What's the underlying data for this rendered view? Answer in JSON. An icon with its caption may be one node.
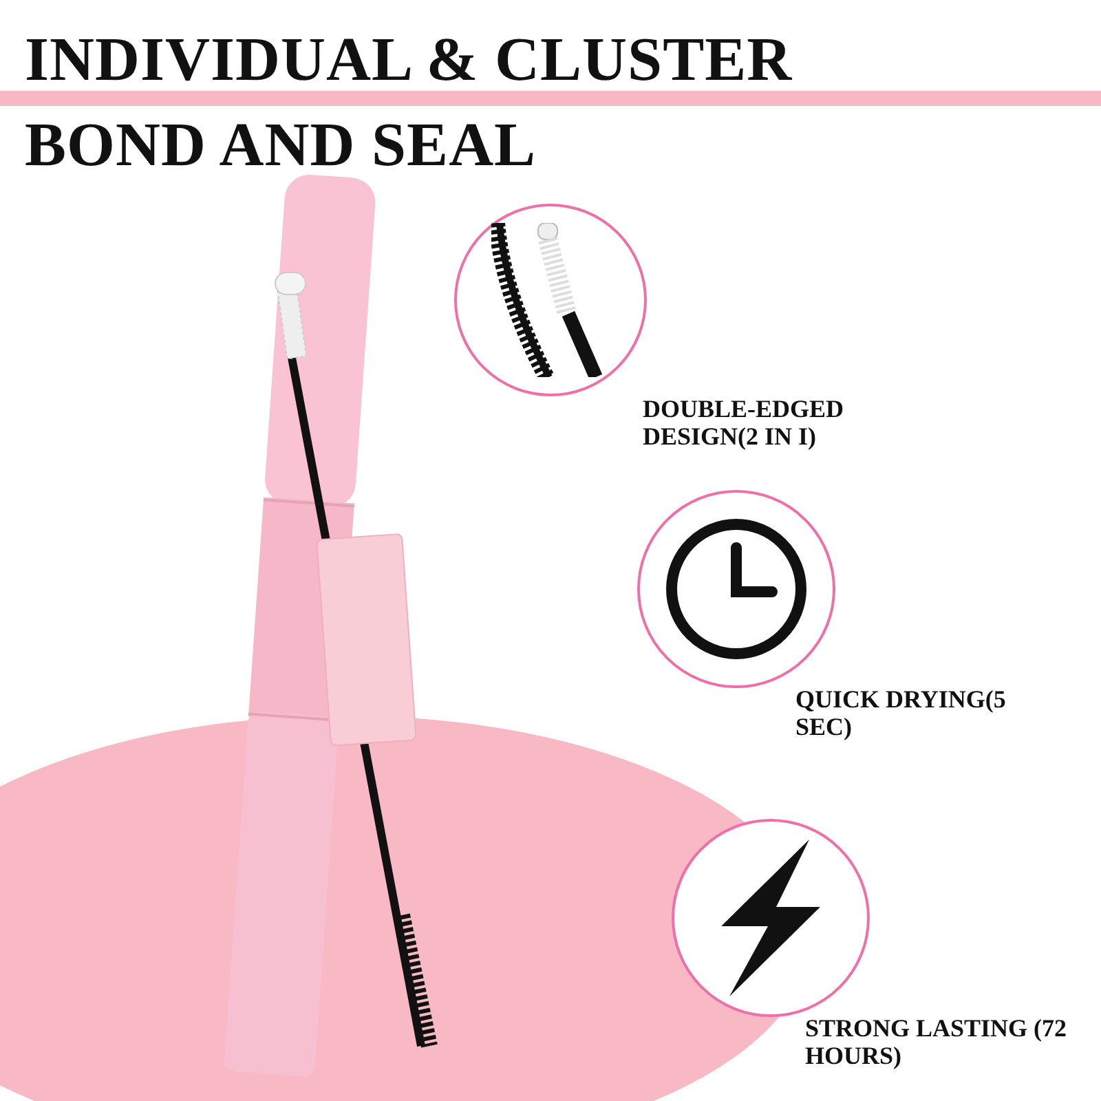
{
  "diagram": {
    "title": "INDIVIDUAL & CLUSTER BOND AND SEAL",
    "nodes": [
      {
        "text": [],
        "shape": "circle",
        "beside": [
          "DOUBLE-EDGED DESIGN(2 IN I)"
        ]
      },
      {
        "text": [],
        "shape": "circle",
        "beside": [
          "QUICK DRYING(5 SEC)"
        ]
      },
      {
        "text": [],
        "shape": "circle",
        "beside": [
          "STRONG LASTING (72 HOURS)"
        ]
      }
    ]
  }
}
